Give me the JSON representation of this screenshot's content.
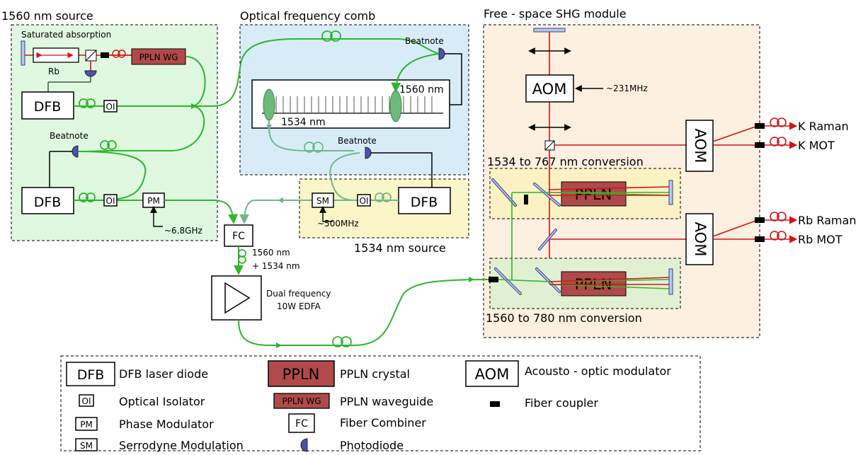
{
  "sections": {
    "source1560": "1560 nm source",
    "saturated_absorption": "Saturated absorption",
    "comb": "Optical frequency comb",
    "shg": "Free - space SHG module",
    "source1534": "1534 nm source",
    "conv1534": "1534 to 767 nm conversion",
    "conv1560": "1560 to 780 nm conversion"
  },
  "components": {
    "rb": "Rb",
    "ppln_wg": "PPLN WG",
    "dfb": "DFB",
    "oi": "OI",
    "pm": "PM",
    "sm": "SM",
    "fc": "FC",
    "aom": "AOM",
    "ppln": "PPLN",
    "beatnote": "Beatnote",
    "comb_1560": "1560 nm",
    "comb_1534": "1534 nm",
    "pm_freq": "~6.8GHz",
    "sm_freq": "~500MHz",
    "aom_freq": "~231MHz",
    "fc_out_1": "1560 nm",
    "fc_out_2": "+ 1534 nm",
    "edfa_1": "Dual frequency",
    "edfa_2": "10W EDFA"
  },
  "outputs": {
    "k_raman": "K Raman",
    "k_mot": "K MOT",
    "rb_raman": "Rb Raman",
    "rb_mot": "Rb MOT"
  },
  "legend": {
    "dfb_sym": "DFB",
    "dfb_desc": "DFB laser diode",
    "oi_sym": "OI",
    "oi_desc": "Optical Isolator",
    "pm_sym": "PM",
    "pm_desc": "Phase Modulator",
    "sm_sym": "SM",
    "sm_desc": "Serrodyne Modulation",
    "ppln_sym": "PPLN",
    "ppln_desc": "PPLN crystal",
    "pplnwg_sym": "PPLN WG",
    "pplnwg_desc": "PPLN waveguide",
    "fc_sym": "FC",
    "fc_desc": "Fiber Combiner",
    "pd_desc": "Photodiode",
    "aom_sym": "AOM",
    "aom_desc": "Acousto - optic modulator",
    "coupler_desc": "Fiber coupler"
  },
  "colors": {
    "green_panel": "#dff8df",
    "blue_panel": "#d8ecf8",
    "yellow_panel": "#fbf6c8",
    "orange_panel": "#fdf0e0",
    "ppln": "#b04a4a",
    "fiber": "#2db52d",
    "red_beam": "#d21414",
    "photodiode": "#4b52b0"
  }
}
